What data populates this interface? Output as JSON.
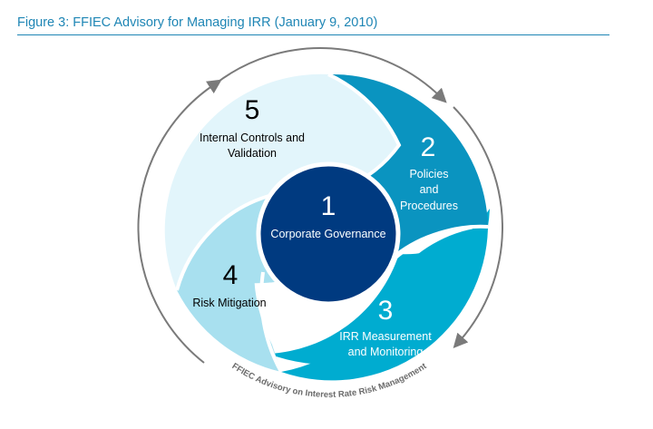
{
  "figure": {
    "title": "Figure 3: FFIEC Advisory for Managing IRR (January 9, 2010)"
  },
  "center": {
    "number": "1",
    "label": "Corporate Governance"
  },
  "segments": [
    {
      "number": "2",
      "lines": [
        "Policies",
        "and",
        "Procedures"
      ]
    },
    {
      "number": "3",
      "lines": [
        "IRR Measurement",
        "and Monitoring"
      ]
    },
    {
      "number": "4",
      "lines": [
        "Risk Mitigation"
      ]
    },
    {
      "number": "5",
      "lines": [
        "Internal Controls and",
        "Validation"
      ]
    }
  ],
  "ring_label": "FFIEC Advisory on Interest Rate Risk Management",
  "colors": {
    "title": "#1f86b5",
    "center": "#003a80",
    "segment_2": "#0a94c0",
    "segment_3": "#00acd0",
    "segment_4": "#a8e0ef",
    "segment_5": "#e2f5fb",
    "ring": "#7a7a7a"
  }
}
